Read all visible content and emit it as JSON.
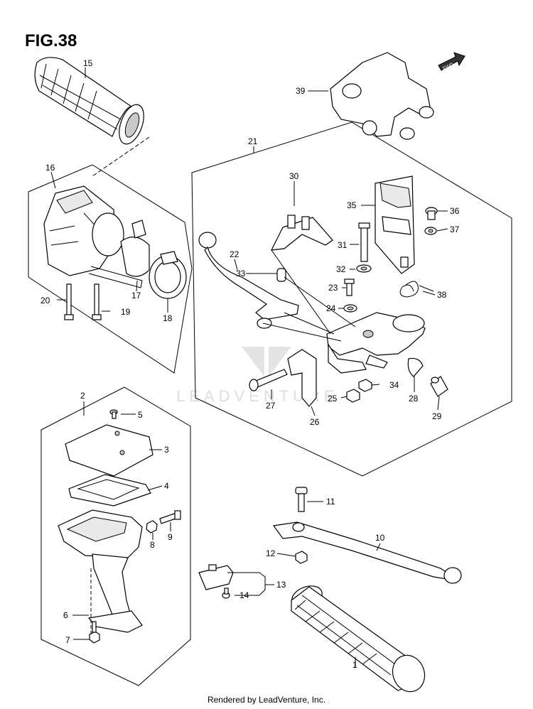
{
  "figure": {
    "title": "FIG.38"
  },
  "footer": {
    "text": "Rendered by LeadVenture, Inc."
  },
  "watermark": {
    "text": "LEADVENTURE"
  },
  "direction_badge": {
    "text": "FWD"
  },
  "callouts": {
    "c1": "1",
    "c2": "2",
    "c3": "3",
    "c4": "4",
    "c5": "5",
    "c6": "6",
    "c7": "7",
    "c8": "8",
    "c9": "9",
    "c10": "10",
    "c11": "11",
    "c12": "12",
    "c13": "13",
    "c14": "14",
    "c15": "15",
    "c16": "16",
    "c17": "17",
    "c18": "18",
    "c19": "19",
    "c20": "20",
    "c21": "21",
    "c22": "22",
    "c23": "23",
    "c24": "24",
    "c25": "25",
    "c26": "26",
    "c27": "27",
    "c28": "28",
    "c29": "29",
    "c30": "30",
    "c31": "31",
    "c32": "32",
    "c33": "33",
    "c34": "34",
    "c35": "35",
    "c36": "36",
    "c37": "37",
    "c38": "38",
    "c39": "39"
  }
}
